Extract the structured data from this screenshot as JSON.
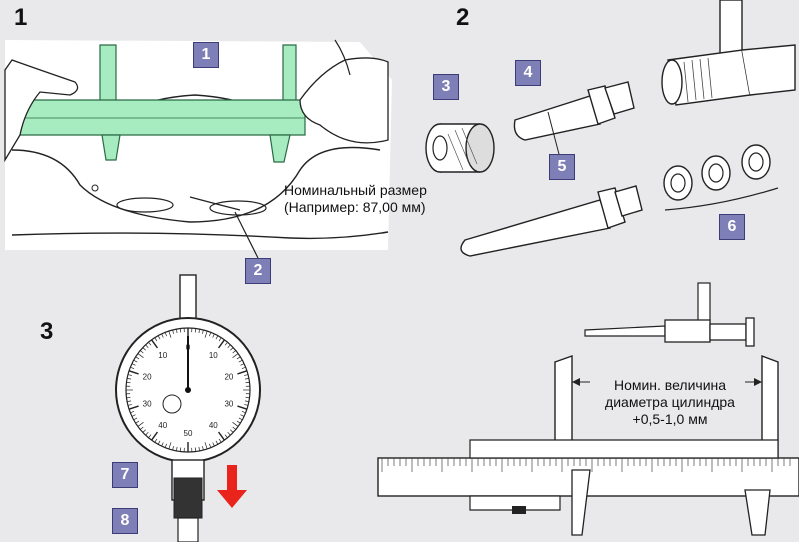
{
  "steps": {
    "s1": "1",
    "s2": "2",
    "s3": "3"
  },
  "callouts": [
    "1",
    "2",
    "3",
    "4",
    "5",
    "6",
    "7",
    "8"
  ],
  "panel1": {
    "note_line1": "Номинальный размер",
    "note_line2": "(Например: 87,00 мм)"
  },
  "panel3": {
    "note_line1": "Номин. величина",
    "note_line2": "диаметра цилиндра",
    "note_line3": "+0,5-1,0 мм"
  },
  "gauge": {
    "dial_labels": [
      "0",
      "10",
      "20",
      "30",
      "40",
      "50",
      "40",
      "30",
      "20",
      "10"
    ]
  },
  "colors": {
    "caliper_green": "#a6ecc0",
    "badge_fill": "#7f7fb7",
    "arrow_red": "#e8241c",
    "background": "#e9e9ec",
    "panel_white": "#ffffff"
  }
}
